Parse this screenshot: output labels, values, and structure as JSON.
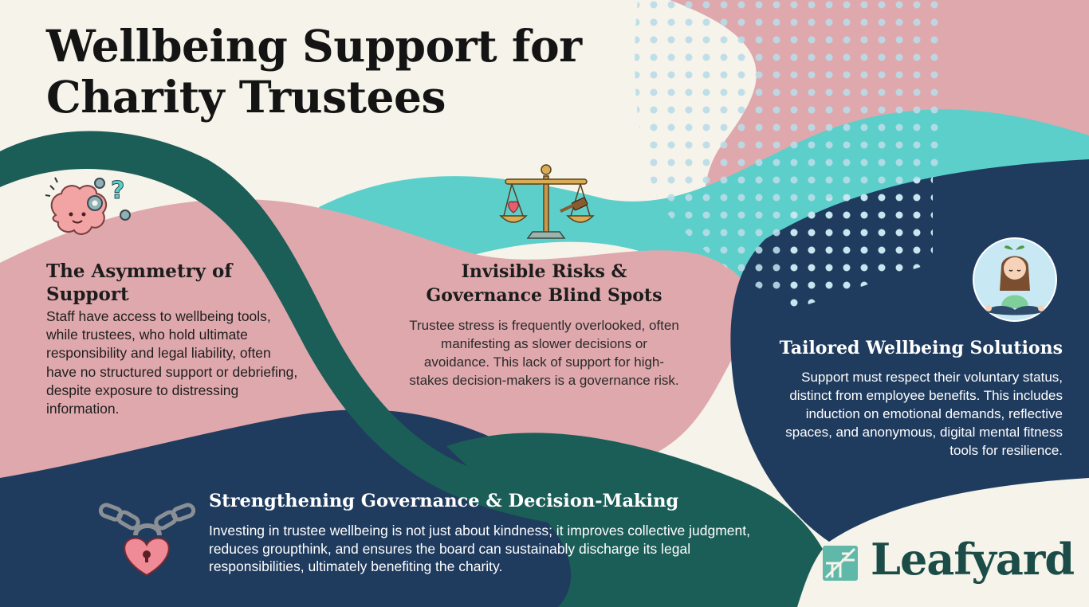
{
  "title": "Wellbeing Support for Charity Trustees",
  "sections": [
    {
      "heading": "The Asymmetry of Support",
      "body": "Staff have access to wellbeing tools, while trustees, who hold ultimate responsibility and legal liability, often have no structured support or debriefing, despite exposure to distressing information.",
      "icon": "brain-gears-icon"
    },
    {
      "heading": "Invisible Risks & Governance Blind Spots",
      "body": "Trustee stress is frequently overlooked, often manifesting as slower decisions or avoidance. This lack of support for high-stakes decision-makers is a governance risk.",
      "icon": "scales-heart-gavel-icon"
    },
    {
      "heading": "Tailored Wellbeing Solutions",
      "body": "Support must respect their voluntary status, distinct from employee benefits. This includes induction on emotional demands, reflective spaces, and anonymous, digital mental fitness tools for resilience.",
      "icon": "meditating-person-icon"
    },
    {
      "heading": "Strengthening Governance & Decision-Making",
      "body": "Investing in trustee wellbeing is not just about kindness; it improves collective judgment, reduces groupthink, and ensures the board can sustainably discharge its legal responsibilities, ultimately benefiting the charity.",
      "icon": "heart-padlock-chain-icon"
    }
  ],
  "brand": {
    "name": "Leafyard",
    "logo_icon": "leaf-square-logo-icon"
  },
  "colors": {
    "background": "#f5f3ea",
    "pink": "#dfa8ad",
    "teal": "#5ccfcb",
    "dark_green": "#1b5d57",
    "navy": "#1f3b5e",
    "brand": "#1b4c47"
  }
}
